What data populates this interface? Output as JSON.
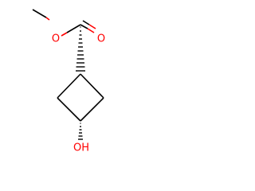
{
  "molecule": {
    "atoms": {
      "carbonyl_oxygen": "O",
      "ester_oxygen": "O",
      "hydroxyl": "OH"
    },
    "colors": {
      "bond": "#000000",
      "oxygen": "#ff0000",
      "background": "#ffffff"
    }
  }
}
